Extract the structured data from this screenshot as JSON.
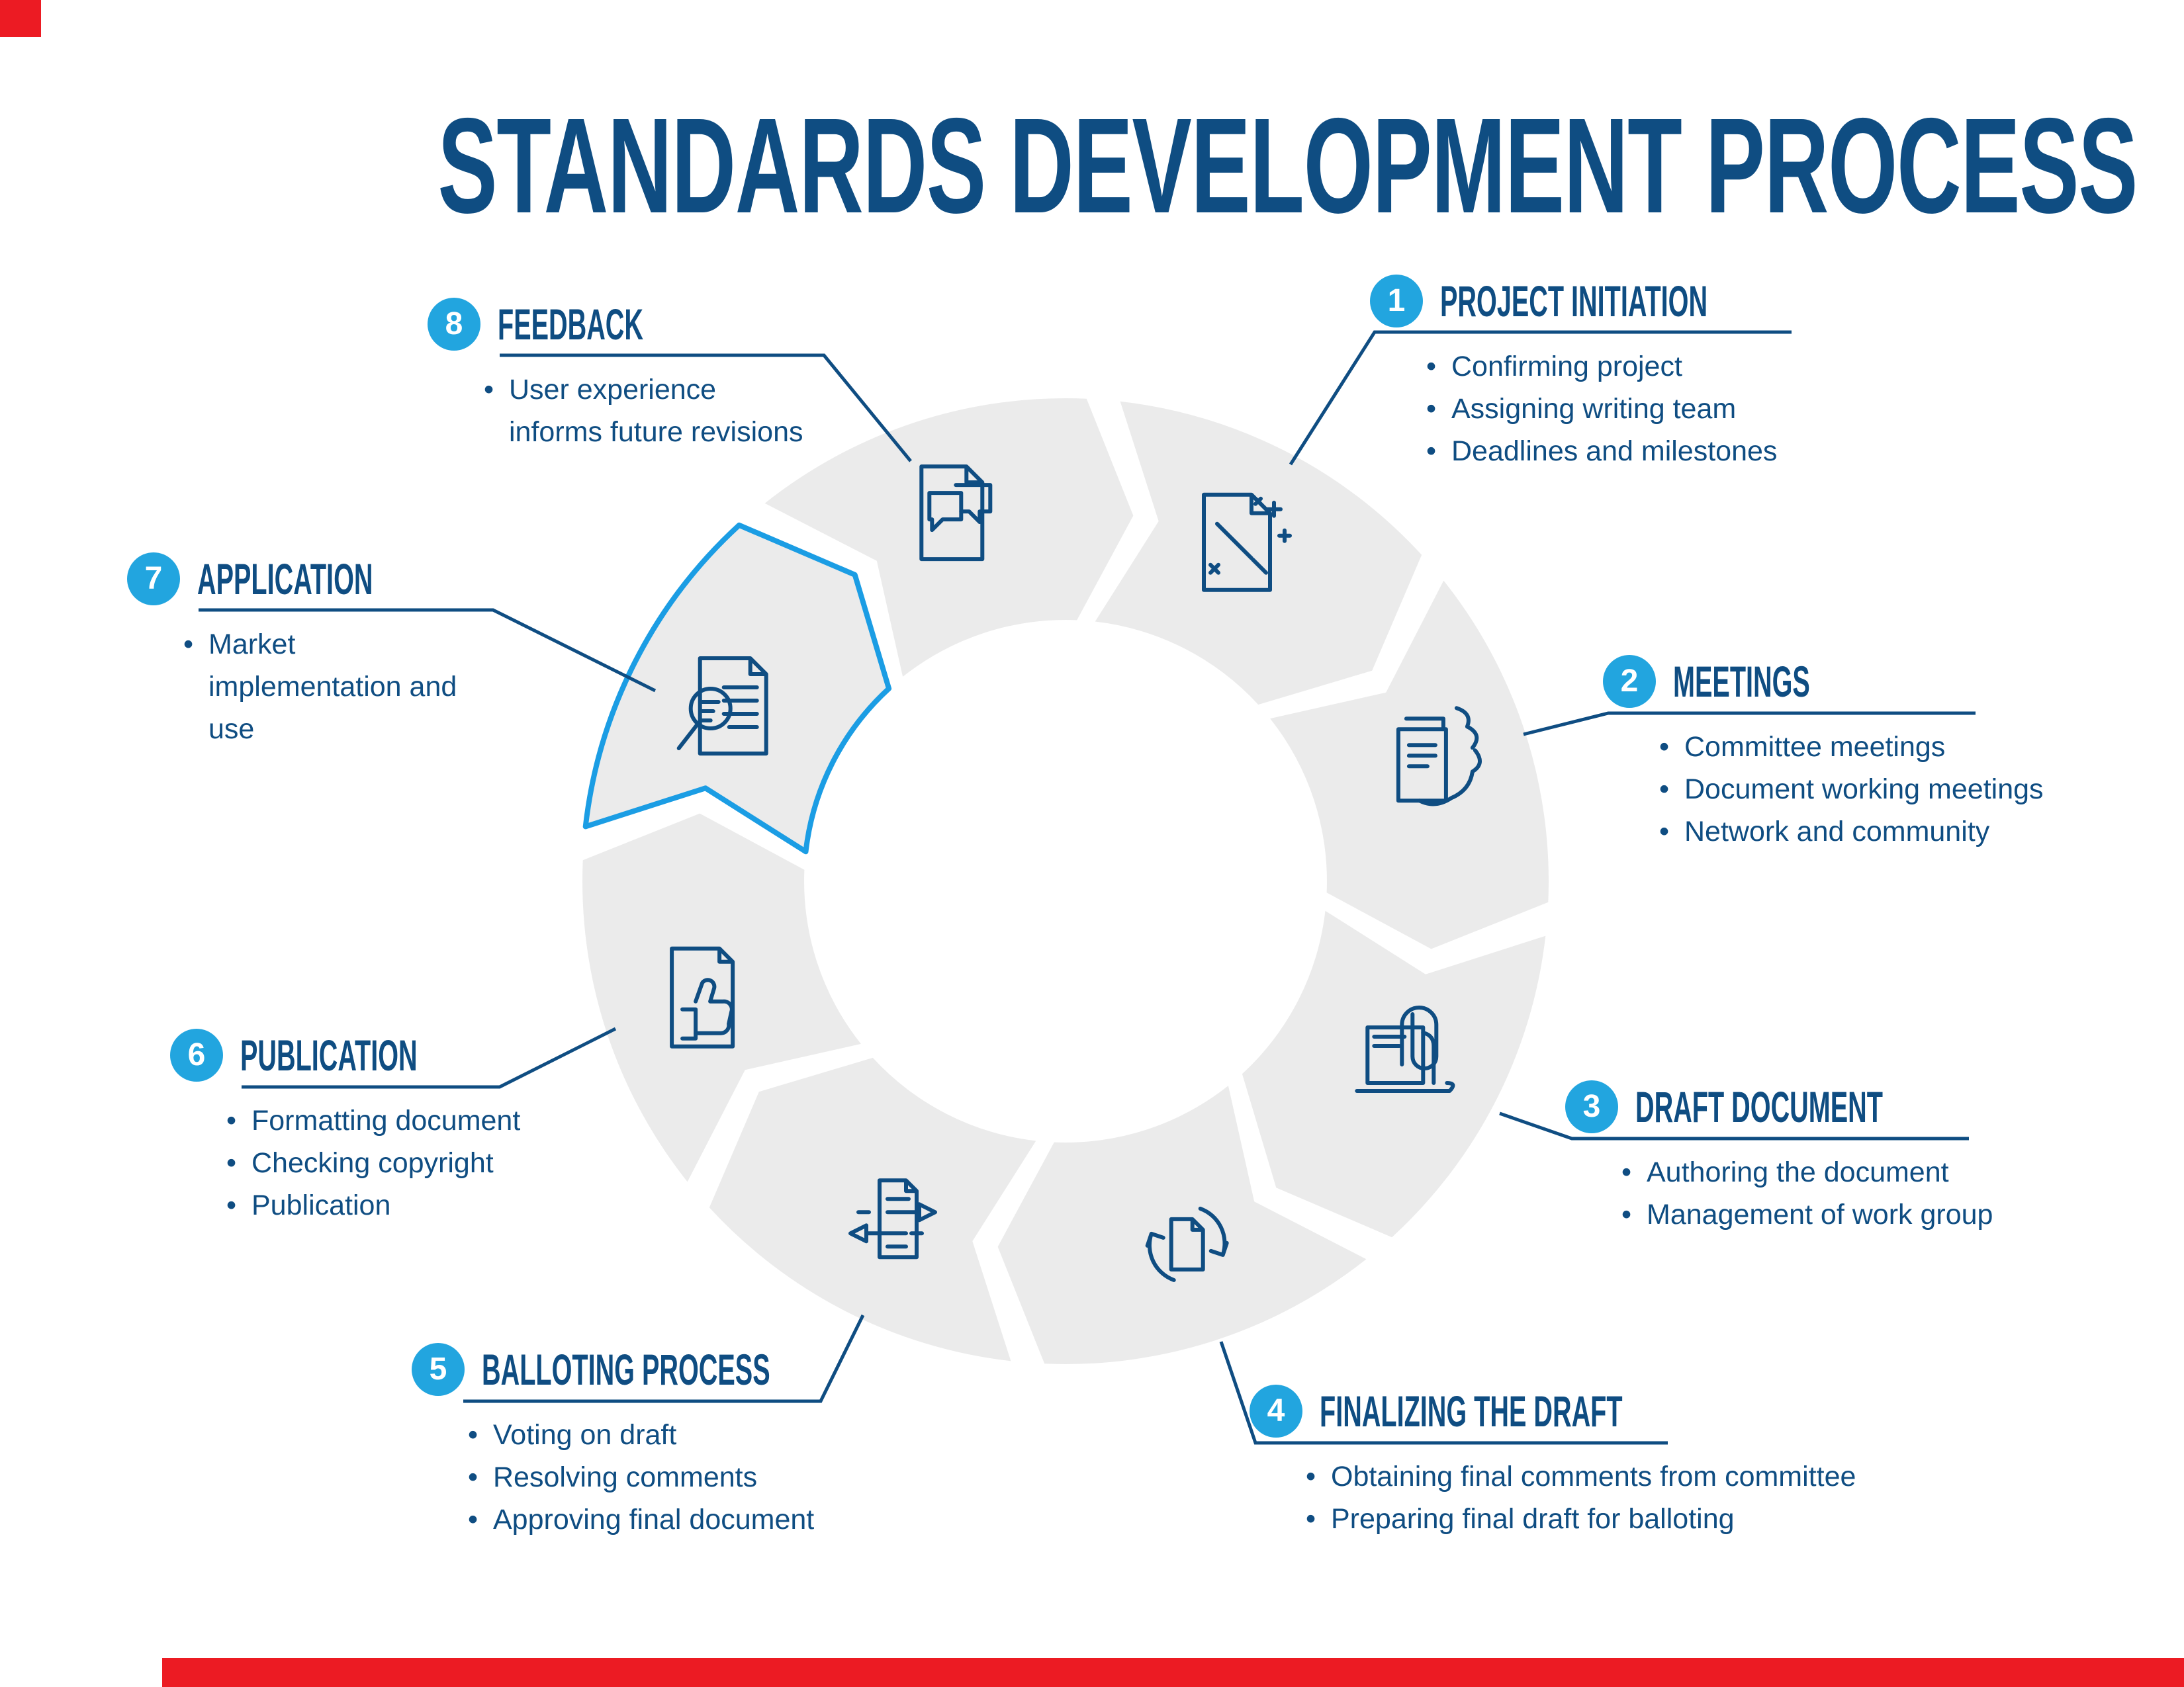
{
  "title": "STANDARDS DEVELOPMENT PROCESS",
  "colors": {
    "dark_blue": "#0F4D82",
    "badge_light_blue": "#22A5DF",
    "highlight_blue": "#1B9DE4",
    "segment_gray": "#EBEBEB",
    "accent_red": "#EC1B23",
    "background": "#FFFFFF"
  },
  "wheel": {
    "highlighted_step": "7",
    "segment_count": 8
  },
  "steps": [
    {
      "number": "1",
      "title": "PROJECT INITIATION",
      "icon": "magic-wand-document",
      "highlighted": false,
      "bullets": [
        "Confirming project",
        "Assigning writing team",
        "Deadlines and milestones"
      ]
    },
    {
      "number": "2",
      "title": "MEETINGS",
      "icon": "hand-holding-document",
      "highlighted": false,
      "bullets": [
        "Committee meetings",
        "Document working meetings",
        "Network and community"
      ]
    },
    {
      "number": "3",
      "title": "DRAFT DOCUMENT",
      "icon": "laptop-paperclip",
      "highlighted": false,
      "bullets": [
        "Authoring the document",
        "Management of work group"
      ]
    },
    {
      "number": "4",
      "title": "FINALIZING THE DRAFT",
      "icon": "refresh-document",
      "highlighted": false,
      "bullets": [
        "Obtaining final comments from committee",
        "Preparing final draft for balloting"
      ]
    },
    {
      "number": "5",
      "title": "BALLOTING PROCESS",
      "icon": "compare-arrows-document",
      "highlighted": false,
      "bullets": [
        "Voting on draft",
        "Resolving comments",
        "Approving final document"
      ]
    },
    {
      "number": "6",
      "title": "PUBLICATION",
      "icon": "thumbs-up-document",
      "highlighted": false,
      "bullets": [
        "Formatting document",
        "Checking copyright",
        "Publication"
      ]
    },
    {
      "number": "7",
      "title": "APPLICATION",
      "icon": "magnifying-glass-document",
      "highlighted": true,
      "bullets": [
        "Market implementation and use"
      ]
    },
    {
      "number": "8",
      "title": "FEEDBACK",
      "icon": "chat-bubbles-document",
      "highlighted": false,
      "bullets": [
        "User experience informs future revisions"
      ]
    }
  ]
}
